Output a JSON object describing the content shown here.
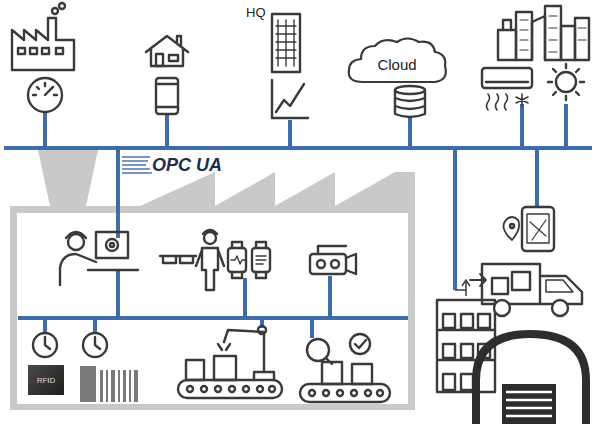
{
  "diagram": {
    "nodes": [
      {
        "text": [
          "Cloud"
        ]
      },
      {
        "text": [
          "RFID"
        ]
      }
    ],
    "labels": [
      "HQ",
      "OPC UA"
    ]
  }
}
